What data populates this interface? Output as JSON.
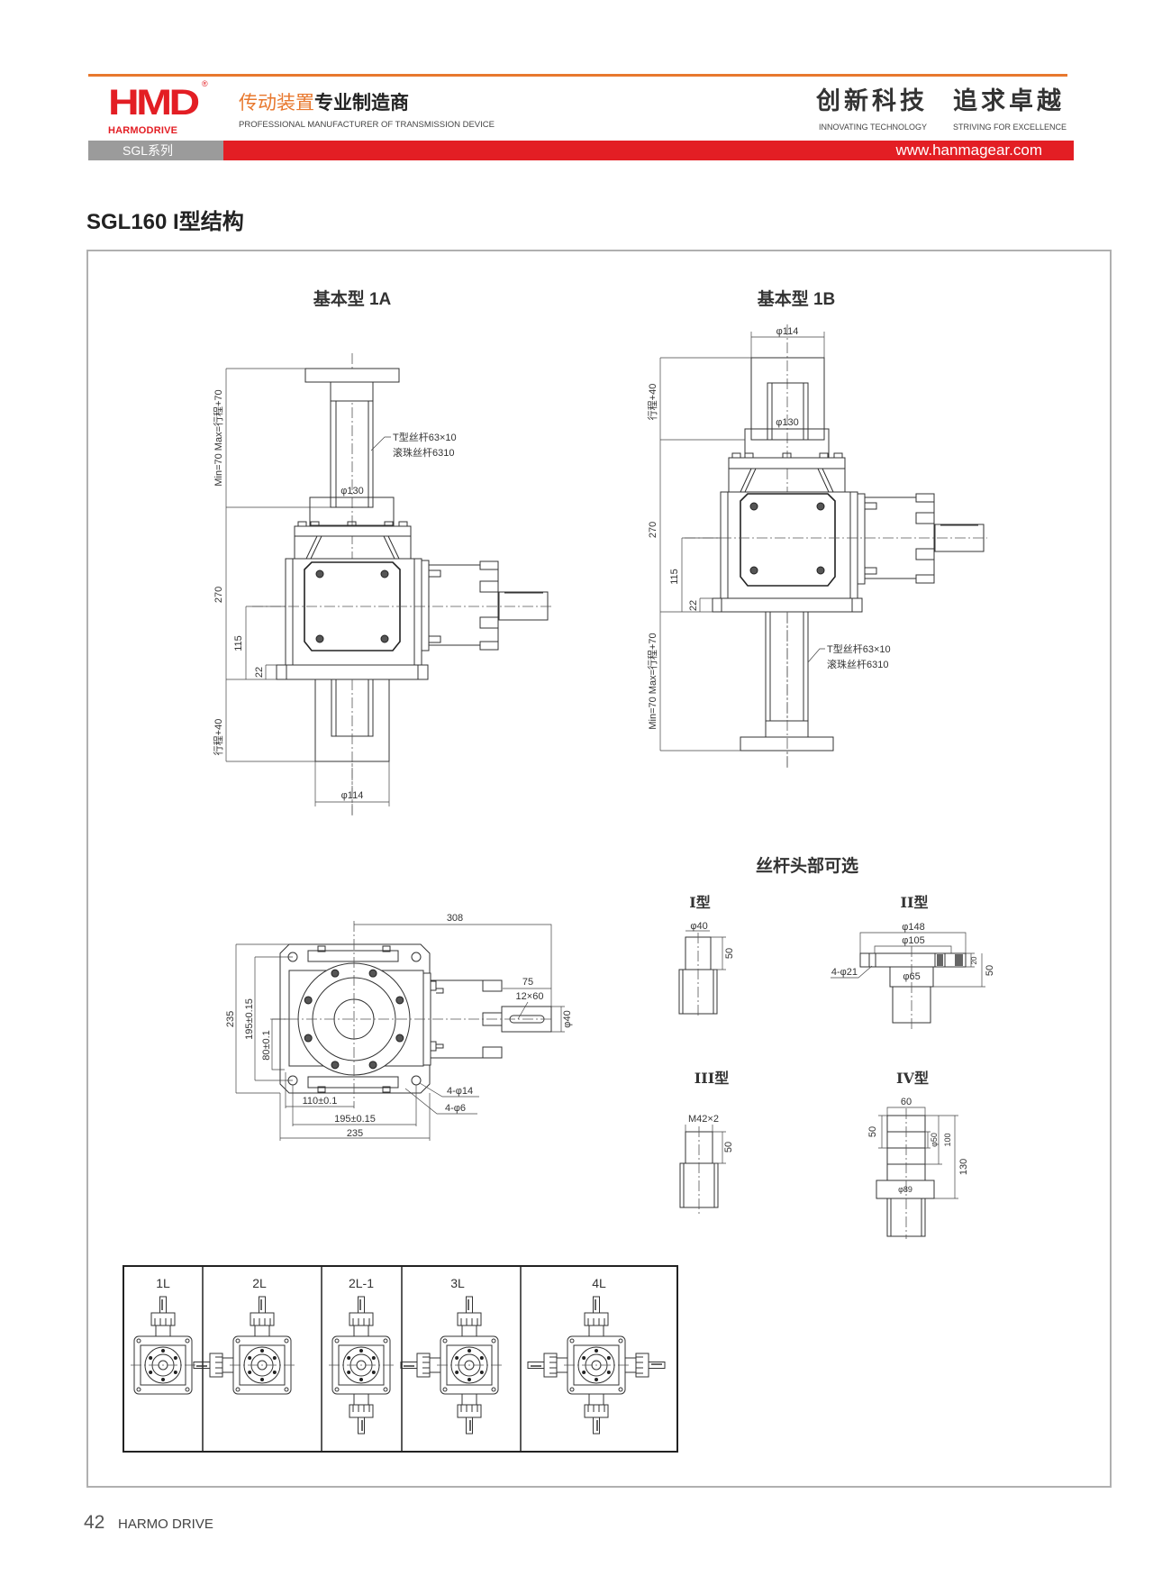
{
  "header": {
    "logo_mark": "HMD",
    "logo_name": "HARMODRIVE",
    "logo_reg": "®",
    "tagline_orange": "传动装置",
    "tagline_black": "专业制造商",
    "tagline_en": "PROFESSIONAL MANUFACTURER OF TRANSMISSION DEVICE",
    "slogan_1": "创新科技",
    "slogan_1_en": "INNOVATING TECHNOLOGY",
    "slogan_2": "追求卓越",
    "slogan_2_en": "STRIVING FOR EXCELLENCE",
    "series": "SGL系列",
    "website": "www.hanmagear.com",
    "colors": {
      "orange": "#e8782e",
      "red": "#e31e24",
      "gray": "#9b9b9b"
    }
  },
  "page_title": "SGL160 I型结构",
  "drawing_1a": {
    "title": "基本型 1A",
    "dim_top_range": "Min=70  Max=行程+70",
    "dim_270": "270",
    "dim_115": "115",
    "dim_22": "22",
    "dim_stroke_40": "行程+40",
    "dim_phi130": "φ130",
    "dim_phi114": "φ114",
    "leader_1": "T型丝杆63×10",
    "leader_2": "滚珠丝杆6310"
  },
  "drawing_1b": {
    "title": "基本型 1B",
    "dim_phi114": "φ114",
    "dim_phi130": "φ130",
    "dim_stroke_40": "行程+40",
    "dim_270": "270",
    "dim_115": "115",
    "dim_22": "22",
    "dim_bottom_range": "Min=70  Max=行程+70",
    "leader_1": "T型丝杆63×10",
    "leader_2": "滚珠丝杆6310"
  },
  "plan_view": {
    "dim_308": "308",
    "dim_75": "75",
    "dim_key": "12×60",
    "dim_phi40": "φ40",
    "dim_235_v": "235",
    "dim_195_v": "195±0.15",
    "dim_80": "80±0.1",
    "dim_110": "110±0.1",
    "dim_195_h": "195±0.15",
    "dim_235_h": "235",
    "holes_14": "4-φ14",
    "holes_6": "4-φ6"
  },
  "screw_heads": {
    "title": "丝杆头部可选",
    "type1": {
      "label": "I型",
      "dia": "φ40",
      "len": "50"
    },
    "type2": {
      "label": "II型",
      "d148": "φ148",
      "d105": "φ105",
      "d65": "φ65",
      "holes": "4-φ21",
      "t20": "20",
      "len": "50"
    },
    "type3": {
      "label": "III型",
      "thread": "M42×2",
      "len": "50"
    },
    "type4": {
      "label": "IV型",
      "w60": "60",
      "l50": "50",
      "d50": "φ50",
      "l100": "100",
      "l130": "130",
      "d89": "φ89"
    }
  },
  "layouts": [
    {
      "label": "1L"
    },
    {
      "label": "2L"
    },
    {
      "label": "2L-1"
    },
    {
      "label": "3L"
    },
    {
      "label": "4L"
    }
  ],
  "footer": {
    "page": "42",
    "brand": "HARMO DRIVE"
  }
}
